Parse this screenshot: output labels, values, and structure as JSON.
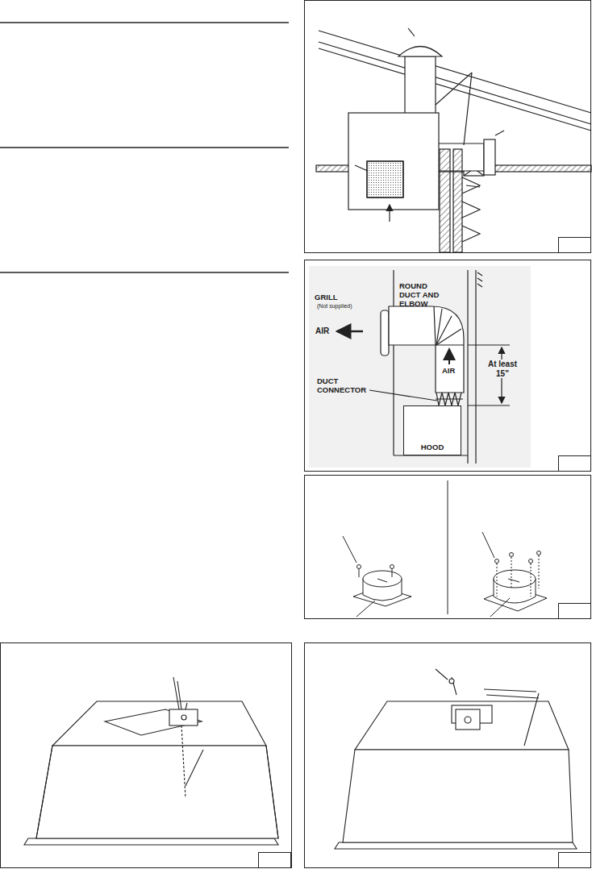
{
  "diagram": {
    "nodes": [
      {
        "text": [
          "HOOD"
        ]
      }
    ],
    "labels": [
      "GRILL",
      "(Not supplied)",
      "AIR",
      "ROUND DUCT AND ELBOW",
      "AIR",
      "DUCT CONNECTOR",
      "At least 15\""
    ]
  }
}
